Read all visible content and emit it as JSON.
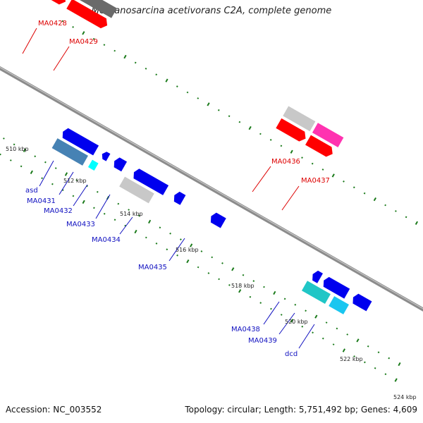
{
  "title": "Methanosarcina acetivorans C2A, complete genome",
  "footer": {
    "accession": "Accession: NC_003552",
    "topology": "Topology: circular; Length: 5,751,492 bp; Genes: 4,609"
  },
  "colors": {
    "backbone": "#8c8c8c",
    "tick": "#1a7a1a",
    "label_red": "#dd0000",
    "label_blue": "#1010c0"
  },
  "kbp_labels": [
    "510 kbp",
    "512 kbp",
    "514 kbp",
    "516 kbp",
    "518 kbp",
    "520 kbp",
    "522 kbp",
    "524 kbp"
  ],
  "gene_labels_top": [
    "MA0428",
    "MA0429",
    "MA0436",
    "MA0437"
  ],
  "gene_labels_bottom": [
    "asd",
    "MA0431",
    "MA0432",
    "MA0433",
    "MA0434",
    "MA0435",
    "MA0438",
    "MA0439",
    "dcd"
  ]
}
